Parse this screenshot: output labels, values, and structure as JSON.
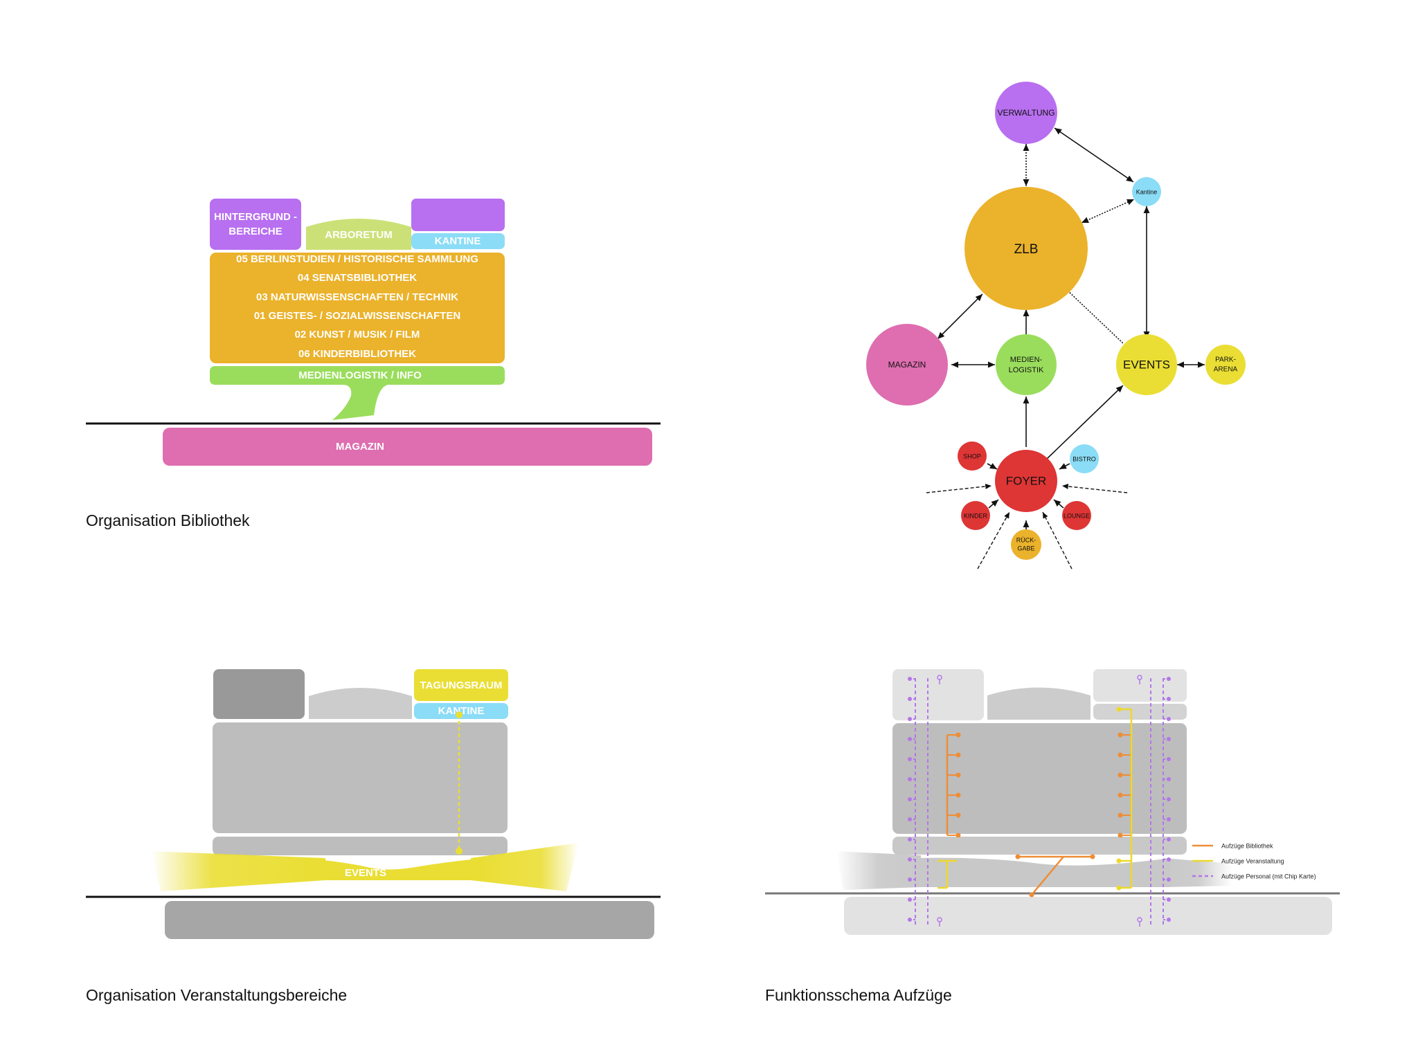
{
  "captions": {
    "bibliothek": "Organisation Bibliothek",
    "veranstaltung": "Organisation Veranstaltungsbereiche",
    "aufzuege": "Funktionsschema Aufzüge"
  },
  "bibliothek": {
    "hintergrund_l1": "HINTERGRUND -",
    "hintergrund_l2": "BEREICHE",
    "arboretum": "ARBORETUM",
    "kantine": "KANTINE",
    "floors": [
      "05 BERLINSTUDIEN / HISTORISCHE SAMMLUNG",
      "04 SENATSBIBLIOTHEK",
      "03 NATURWISSENSCHAFTEN / TECHNIK",
      "01 GEISTES- / SOZIALWISSENSCHAFTEN",
      "02 KUNST / MUSIK / FILM",
      "06 KINDERBIBLIOTHEK"
    ],
    "medienlogistik": "MEDIENLOGISTIK / INFO",
    "magazin": "MAGAZIN"
  },
  "network": {
    "verwaltung": "VERWALTUNG",
    "kantine": "Kantine",
    "zlb": "ZLB",
    "magazin": "MAGAZIN",
    "medien_l1": "MEDIEN-",
    "medien_l2": "LOGISTIK",
    "events": "EVENTS",
    "park_l1": "PARK-",
    "park_l2": "ARENA",
    "foyer": "FOYER",
    "shop": "SHOP",
    "bistro": "BISTRO",
    "kinder": "KINDER",
    "lounge": "LOUNGE",
    "rueck_l1": "RÜCK-",
    "rueck_l2": "GABE"
  },
  "veranstaltung": {
    "tagungsraum": "TAGUNGSRAUM",
    "kantine": "KANTINE",
    "events": "EVENTS"
  },
  "aufzuege": {
    "legend": [
      "Aufzüge Bibliothek",
      "Aufzüge Veranstaltung",
      "Aufzüge Personal (mit Chip Karte)"
    ]
  },
  "colors": {
    "purple": "#b86ff0",
    "lightgreen": "#cbe178",
    "lightblue": "#8bdcf6",
    "orange": "#ebb22b",
    "green": "#9add5c",
    "pink": "#de6eb0",
    "yellow": "#eade34",
    "red": "#de3535",
    "lift_orange": "#ee8d36",
    "lift_yellow": "#ecd92c",
    "lift_purple": "#b277e8"
  }
}
